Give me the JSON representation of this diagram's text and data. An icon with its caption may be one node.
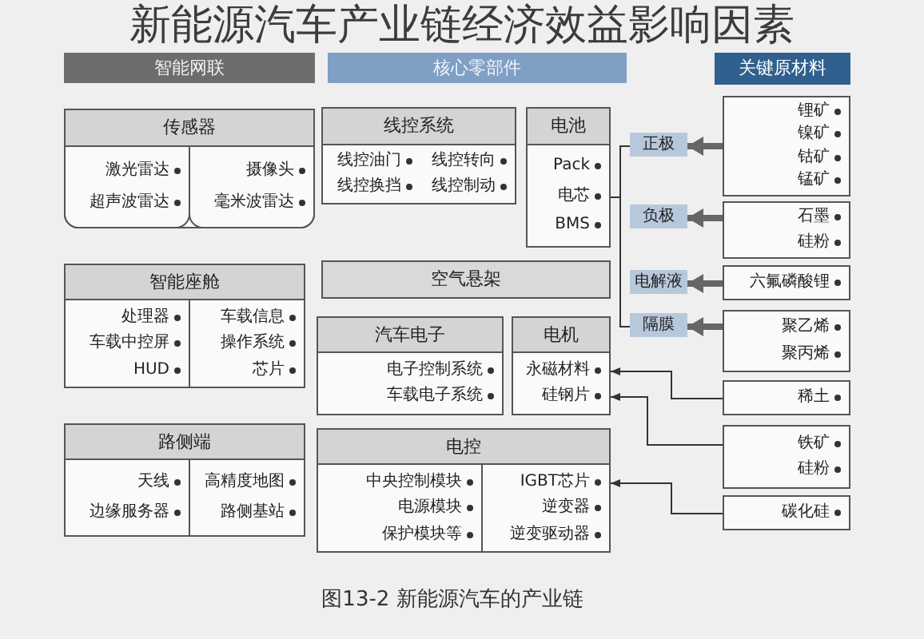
{
  "diagram": {
    "title": "新能源汽车产业链经济效益影响因素",
    "caption": "图13-2 新能源汽车的产业链",
    "nodes": [
      {
        "text": [
          "智能网联"
        ]
      },
      {
        "text": [
          "传感器"
        ]
      },
      {
        "text": [
          "激光雷达",
          "超声波雷达"
        ],
        "in": 1
      },
      {
        "text": [
          "摄像头",
          "毫米波雷达"
        ],
        "in": 1
      },
      {
        "text": [
          "智能座舱",
          "处理器",
          "车载中控屏",
          "HUD",
          "车载信息",
          "操作系统",
          "芯片"
        ]
      },
      {
        "text": [
          "路侧端",
          "天线",
          "边缘服务器",
          "高精度地图",
          "路侧基站"
        ]
      },
      {
        "text": [
          "核心零部件"
        ]
      },
      {
        "text": [
          "线控系统",
          "线控油门",
          "线控换挡",
          "线控转向",
          "线控制动"
        ]
      },
      {
        "text": [
          "电池",
          "Pack",
          "电芯",
          "BMS"
        ]
      },
      {
        "text": [
          "空气悬架"
        ]
      },
      {
        "text": [
          "汽车电子",
          "电子控制系统",
          "车载电子系统"
        ]
      },
      {
        "text": [
          "电机",
          "永磁材料",
          "硅钢片"
        ]
      },
      {
        "text": [
          "电控",
          "中央控制模块",
          "电源模块",
          "保护模块等",
          "IGBT芯片",
          "逆变器",
          "逆变驱动器"
        ]
      },
      {
        "text": [
          "正极"
        ]
      },
      {
        "text": [
          "负极"
        ]
      },
      {
        "text": [
          "电解液"
        ]
      },
      {
        "text": [
          "隔膜"
        ]
      },
      {
        "text": [
          "关键原材料"
        ]
      },
      {
        "text": [
          "锂矿",
          "镍矿",
          "钴矿",
          "锰矿"
        ]
      },
      {
        "text": [
          "石墨",
          "硅粉"
        ]
      },
      {
        "text": [
          "六氟磷酸锂"
        ]
      },
      {
        "text": [
          "聚乙烯",
          "聚丙烯"
        ]
      },
      {
        "text": [
          "稀土"
        ]
      },
      {
        "text": [
          "铁矿",
          "硅粉"
        ]
      },
      {
        "text": [
          "碳化硅"
        ]
      }
    ],
    "edges": [
      {
        "from": 8,
        "to": 13,
        "arrow": "none"
      },
      {
        "from": 8,
        "to": 16,
        "arrow": "none"
      },
      {
        "from": 18,
        "to": 13,
        "arrow": "to",
        "style": "thick",
        "color": "#666666"
      },
      {
        "from": 19,
        "to": 14,
        "arrow": "to",
        "style": "thick",
        "color": "#666666"
      },
      {
        "from": 20,
        "to": 15,
        "arrow": "to",
        "style": "thick",
        "color": "#666666"
      },
      {
        "from": 21,
        "to": 16,
        "arrow": "to",
        "style": "thick",
        "color": "#666666"
      },
      {
        "from": 22,
        "to": 11,
        "arrow": "to"
      },
      {
        "from": 23,
        "to": 11,
        "arrow": "to"
      },
      {
        "from": 24,
        "to": 12,
        "arrow": "to"
      }
    ]
  }
}
